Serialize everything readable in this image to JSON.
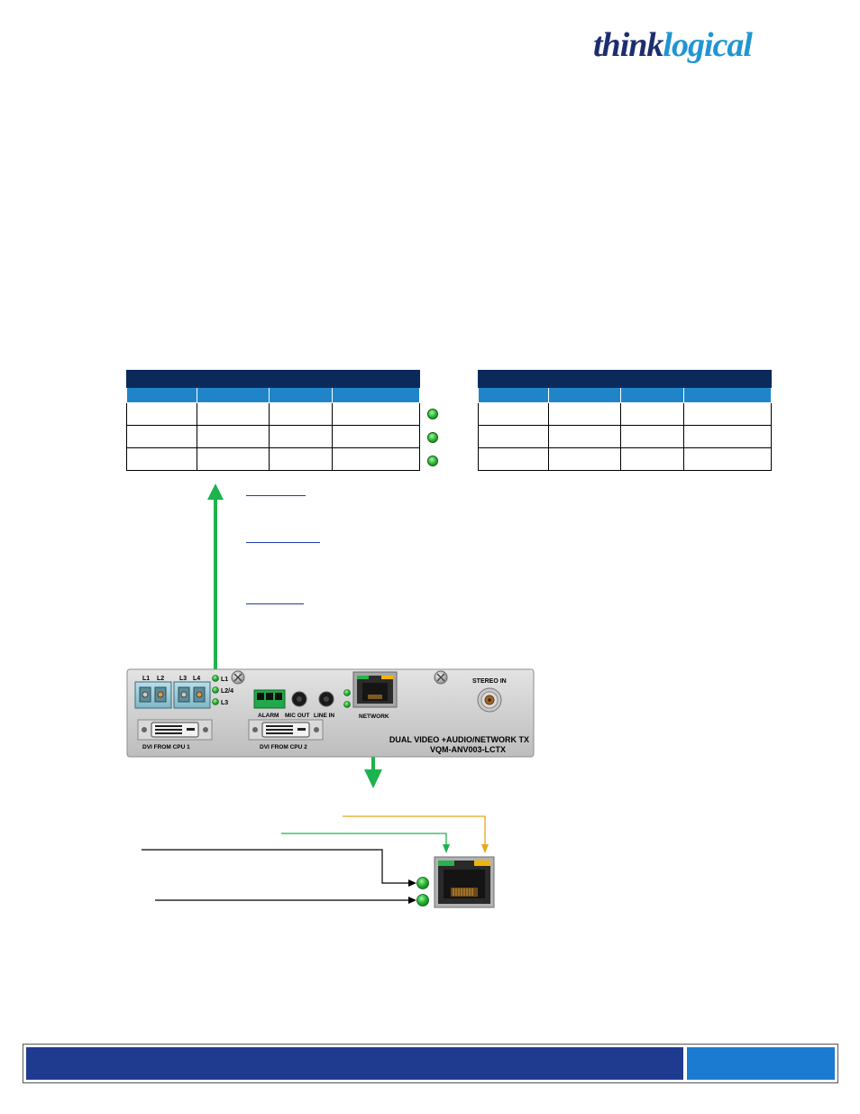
{
  "brand": {
    "logo_think": "think",
    "logo_logical": "logical"
  },
  "colors": {
    "brand_dark_blue": "#1e2d6f",
    "brand_light_blue": "#1f96d3",
    "table_title": "#0b2a5b",
    "table_header": "#1f85c8",
    "led_green": "#26b133",
    "led_amber": "#f0b400",
    "arrow_green": "#1db34e",
    "footer_dark": "#1e3b8f",
    "footer_light": "#1a7bd0"
  },
  "panel": {
    "port_labels": {
      "l1": "L1",
      "l2": "L2",
      "l3": "L3",
      "l4": "L4"
    },
    "led_labels": [
      "L1",
      "L2/4",
      "L3"
    ],
    "connector_labels": {
      "alarm": "ALARM",
      "mic_out": "MIC OUT",
      "line_in": "LINE IN",
      "network": "NETWORK",
      "stereo_in": "STEREO IN",
      "dvi_cpu1": "DVI FROM CPU 1",
      "dvi_cpu2": "DVI FROM CPU 2"
    },
    "product_title": "DUAL VIDEO +AUDIO/NETWORK TX",
    "product_model": "VQM-ANV003-LCTX"
  },
  "icons": {
    "led": "status-led-icon",
    "screw": "screw-icon",
    "rj45": "rj45-port-icon",
    "fiber": "lc-fiber-port-icon",
    "dvi": "dvi-connector-icon",
    "bnc": "bnc-connector-icon",
    "terminal": "terminal-block-icon",
    "audio_jack": "audio-jack-icon"
  }
}
